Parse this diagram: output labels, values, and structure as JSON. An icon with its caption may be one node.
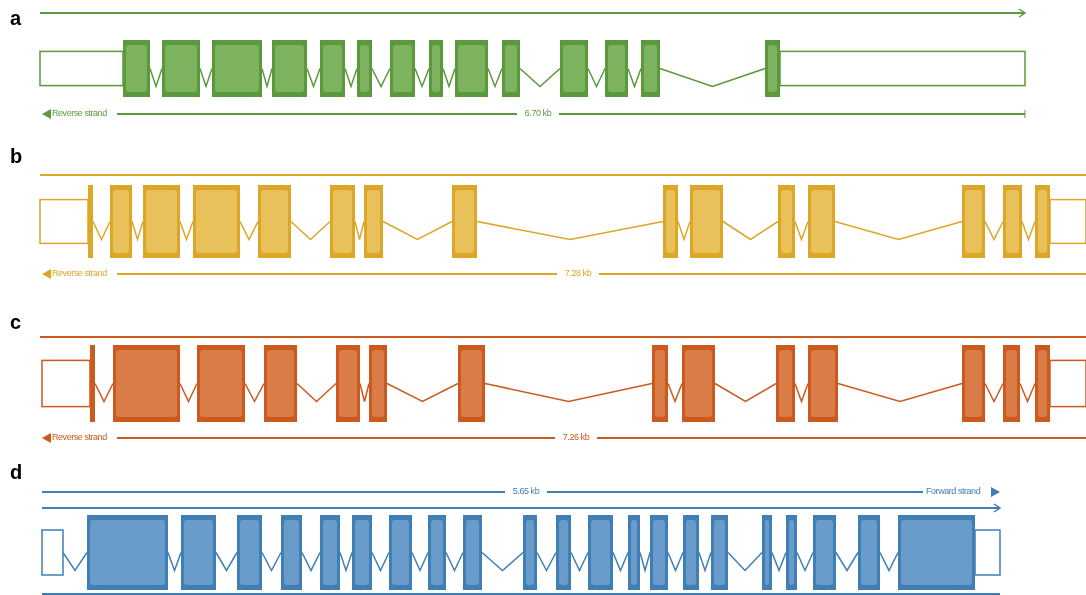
{
  "diagram": {
    "labels": [
      "a",
      "Reverse strand",
      "6.70 kb",
      "b",
      "Reverse strand",
      "7.28 kb",
      "c",
      "Reverse strand",
      "7.26 kb",
      "d",
      "5.65 kb",
      "Forward strand"
    ]
  }
}
